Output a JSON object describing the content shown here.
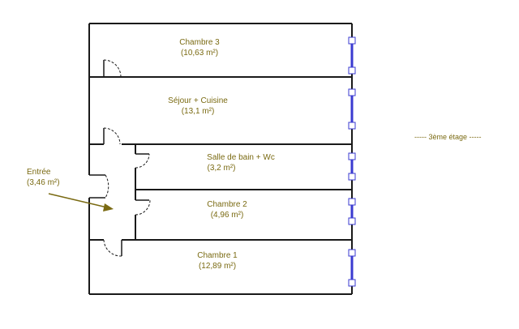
{
  "plan": {
    "floor_label": "----- 3ème étage -----",
    "colors": {
      "wall": "#1a1a1a",
      "text": "#7a6a12",
      "arrow": "#7a6a12",
      "window": "#3a3ad0"
    },
    "rooms": [
      {
        "id": "chambre-3",
        "name": "Chambre 3",
        "area": "(10,63 m²)"
      },
      {
        "id": "sejour-cuisine",
        "name": "Séjour + Cuisine",
        "area": "(13,1 m²)"
      },
      {
        "id": "salle-de-bain-wc",
        "name": "Salle de bain + Wc",
        "area": "(3,2 m²)"
      },
      {
        "id": "chambre-2",
        "name": "Chambre 2",
        "area": "(4,96 m²)"
      },
      {
        "id": "chambre-1",
        "name": "Chambre 1",
        "area": "(12,89 m²)"
      }
    ],
    "entree": {
      "name": "Entrée",
      "area": "(3,46 m²)"
    }
  }
}
